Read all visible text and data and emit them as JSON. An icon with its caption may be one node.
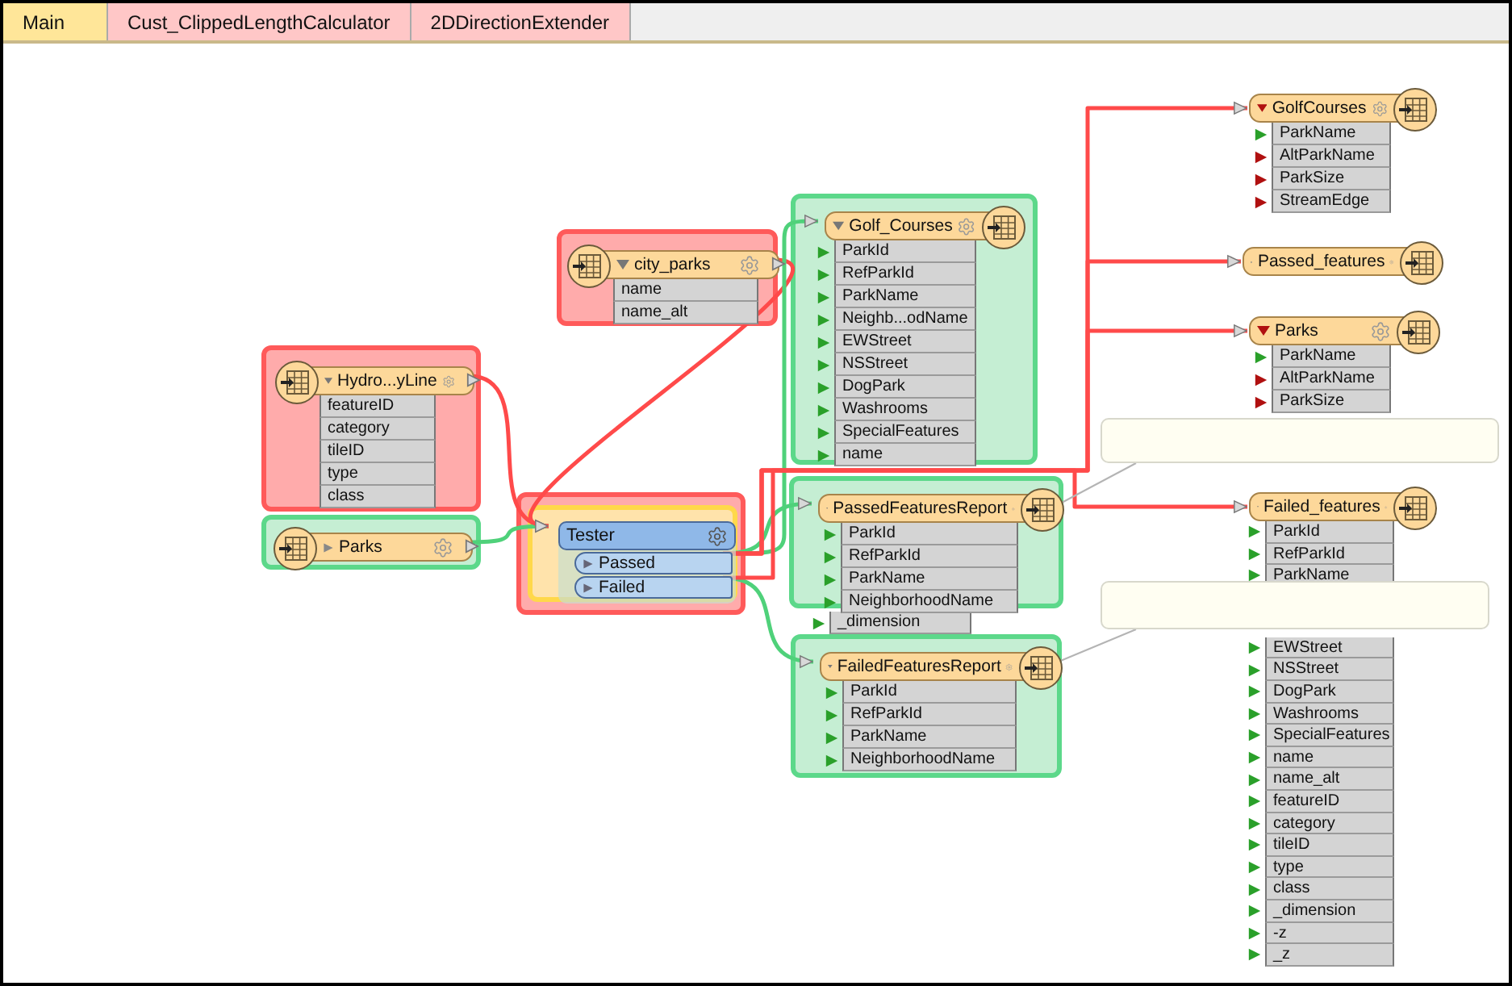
{
  "diagram": {
    "nodes": [
      {
        "text": [],
        "shape": "box"
      },
      {
        "text": [
          "city_parks",
          "name",
          "name_alt"
        ],
        "in": 0
      },
      {
        "text": [],
        "shape": "box"
      },
      {
        "text": [
          "Hydro...yLine",
          "featureID",
          "category",
          "tileID",
          "type",
          "class"
        ],
        "in": 2
      },
      {
        "text": [],
        "shape": "box"
      },
      {
        "text": [
          "Parks"
        ],
        "in": 4
      },
      {
        "text": [],
        "shape": "box"
      },
      {
        "text": [],
        "shape": "box",
        "in": 6
      },
      {
        "text": [
          "Tester"
        ],
        "in": 7
      },
      {
        "text": [
          "Passed"
        ],
        "in": 8
      },
      {
        "text": [
          "Failed"
        ],
        "in": 8
      },
      {
        "text": [],
        "shape": "box"
      },
      {
        "text": [
          "Golf_Courses",
          "ParkId",
          "RefParkId",
          "ParkName",
          "Neighb...odName",
          "EWStreet",
          "NSStreet",
          "DogPark",
          "Washrooms",
          "SpecialFeatures",
          "name"
        ],
        "in": 11
      },
      {
        "text": [],
        "shape": "box"
      },
      {
        "text": [
          "PassedFeaturesReport",
          "ParkId",
          "RefParkId",
          "ParkName",
          "NeighborhoodName"
        ],
        "in": 13
      },
      {
        "text": [],
        "shape": "box"
      },
      {
        "text": [
          "FailedFeaturesReport",
          "ParkId",
          "RefParkId",
          "ParkName",
          "NeighborhoodName"
        ],
        "in": 15
      },
      {
        "text": [
          "GolfCourses",
          "ParkName",
          "AltParkName",
          "ParkSize",
          "StreamEdge"
        ]
      },
      {
        "text": [
          "Passed_features"
        ]
      },
      {
        "text": [
          "Parks",
          "ParkName",
          "AltParkName",
          "ParkSize"
        ]
      },
      {
        "text": [
          "Failed_features",
          "ParkId",
          "RefParkId",
          "ParkName",
          "EWStreet",
          "NSStreet",
          "DogPark",
          "Washrooms",
          "SpecialFeatures",
          "name",
          "name_alt",
          "featureID",
          "category",
          "tileID",
          "type",
          "class",
          "_dimension",
          "-z",
          "_z"
        ]
      },
      {
        "text": [],
        "shape": "box"
      },
      {
        "text": [],
        "shape": "box"
      }
    ],
    "edges": [
      {
        "from": 3,
        "to": 8,
        "arrow": "to"
      },
      {
        "from": 5,
        "to": 8,
        "arrow": "to",
        "color": "#4fd17a"
      },
      {
        "from": 1,
        "to": 8,
        "arrow": "to"
      },
      {
        "from": 9,
        "to": 12,
        "arrow": "to",
        "color": "#4fd17a"
      },
      {
        "from": 9,
        "to": 14,
        "arrow": "to",
        "color": "#4fd17a"
      },
      {
        "from": 10,
        "to": 16,
        "arrow": "to",
        "color": "#4fd17a"
      },
      {
        "from": 9,
        "to": 17,
        "arrow": "to"
      },
      {
        "from": 9,
        "to": 18,
        "arrow": "to"
      },
      {
        "from": 9,
        "to": 19,
        "arrow": "to"
      },
      {
        "from": 10,
        "to": 20,
        "arrow": "to"
      },
      {
        "from": 21,
        "to": 14,
        "arrow": "none",
        "color": "#b4b4b4"
      },
      {
        "from": 22,
        "to": 16,
        "arrow": "none",
        "color": "#b4b4b4"
      }
    ],
    "labels": [
      "Main",
      "Cust_ClippedLengthCalculator",
      "2DDirectionExtender",
      "_dimension"
    ]
  }
}
